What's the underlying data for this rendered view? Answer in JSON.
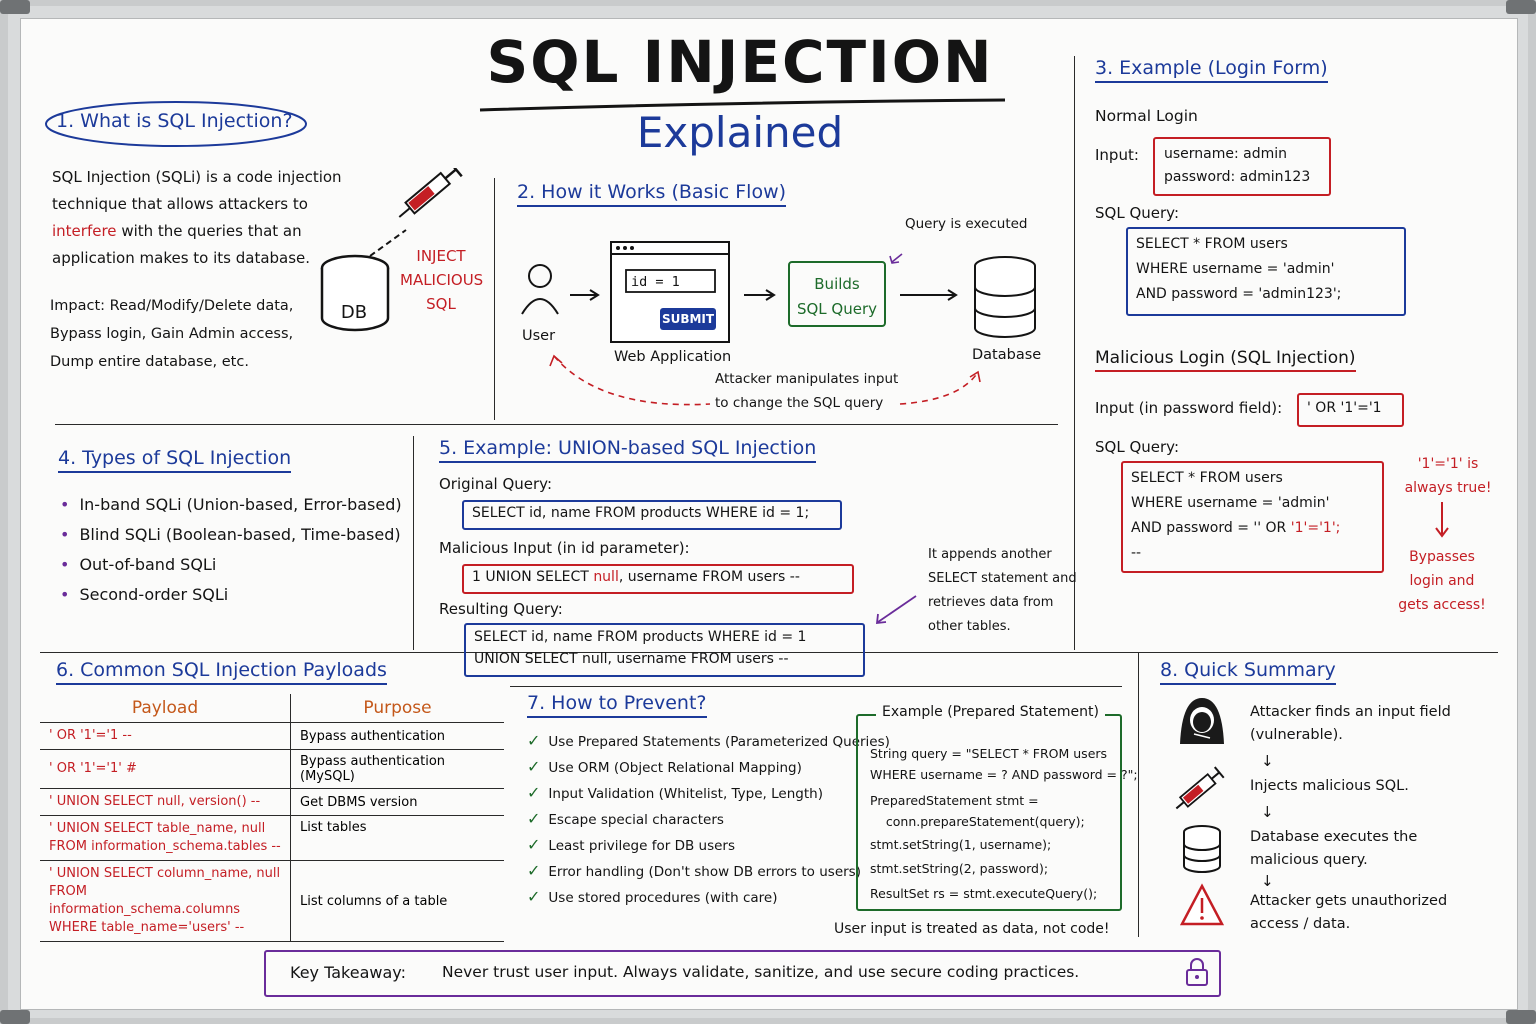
{
  "title": "SQL INJECTION",
  "subtitle": "Explained",
  "s1": {
    "heading": "1. What is SQL Injection?",
    "body": [
      "SQL Injection (SQLi) is a code injection",
      "technique that allows attackers to",
      "interfere",
      "with the queries that an",
      "application makes to its database."
    ],
    "impact": [
      "Impact: Read/Modify/Delete data,",
      "Bypass login, Gain Admin access,",
      "Dump entire database, etc."
    ],
    "db_label": "DB",
    "inject_label": [
      "INJECT",
      "MALICIOUS",
      "SQL"
    ],
    "icons": [
      "syringe-icon",
      "database-icon"
    ]
  },
  "s2": {
    "heading": "2. How it Works (Basic Flow)",
    "user": "User",
    "field": "id = 1",
    "submit": "SUBMIT",
    "webapp": "Web Application",
    "builds": [
      "Builds",
      "SQL Query"
    ],
    "executed": "Query is executed",
    "database": "Database",
    "attacker": [
      "Attacker manipulates input",
      "to change the SQL query"
    ]
  },
  "s3": {
    "heading": "3. Example (Login Form)",
    "normal": "Normal Login",
    "input_label": "Input:",
    "input_vals": [
      "username:  admin",
      "password:  admin123"
    ],
    "query_label": "SQL Query:",
    "query": [
      "SELECT  *  FROM  users",
      "WHERE  username  =  'admin'",
      "AND  password  =  'admin123';"
    ],
    "malicious": "Malicious Login (SQL Injection)",
    "mal_input_label": "Input (in password field):",
    "mal_input": "' OR '1'='1",
    "mal_query_label": "SQL Query:",
    "mal_query": [
      "SELECT  *  FROM  users",
      "WHERE  username  =  'admin'",
      "AND  password  =  ''  OR",
      "'1'='1';",
      "--"
    ],
    "note1": [
      "'1'='1'  is",
      "always true!"
    ],
    "note2": [
      "Bypasses",
      "login  and",
      "gets access!"
    ]
  },
  "s4": {
    "heading": "4. Types of SQL Injection",
    "items": [
      "In-band SQLi (Union-based, Error-based)",
      "Blind SQLi (Boolean-based, Time-based)",
      "Out-of-band SQLi",
      "Second-order SQLi"
    ]
  },
  "s5": {
    "heading": "5. Example: UNION-based SQL Injection",
    "orig_label": "Original Query:",
    "orig": "SELECT id, name FROM products WHERE id = 1;",
    "mal_label": "Malicious Input (in id parameter):",
    "mal_a": "1 UNION SELECT ",
    "mal_b": "null",
    "mal_c": ", username FROM users --",
    "res_label": "Resulting Query:",
    "res": [
      "SELECT id, name FROM products WHERE id = 1",
      "UNION SELECT null, username FROM users --"
    ],
    "note": [
      "It appends another",
      "SELECT statement and",
      "retrieves data from",
      "other tables."
    ]
  },
  "s6": {
    "heading": "6. Common SQL Injection Payloads",
    "cols": [
      "Payload",
      "Purpose"
    ],
    "rows": [
      {
        "payload": "'  OR  '1'='1  --",
        "purpose": "Bypass authentication"
      },
      {
        "payload": "'  OR  '1'='1'  #",
        "purpose": "Bypass authentication (MySQL)"
      },
      {
        "payload": "' UNION SELECT null, version() --",
        "purpose": "Get DBMS version"
      },
      {
        "payload": "' UNION SELECT table_name, null\nFROM information_schema.tables --",
        "purpose": "List tables"
      },
      {
        "payload": "' UNION SELECT column_name, null\nFROM information_schema.columns\nWHERE table_name='users' --",
        "purpose": "List columns of a table"
      }
    ]
  },
  "s7": {
    "heading": "7. How to Prevent?",
    "items": [
      "Use Prepared Statements (Parameterized Queries)",
      "Use ORM (Object Relational Mapping)",
      "Input Validation (Whitelist, Type, Length)",
      "Escape special characters",
      "Least privilege for DB users",
      "Error handling (Don't show DB errors to users)",
      "Use stored procedures (with care)"
    ],
    "example_title": "Example (Prepared Statement)",
    "code": [
      "String query = \"SELECT * FROM users",
      "WHERE username = ? AND password = ?\";",
      "PreparedStatement stmt =",
      "    conn.prepareStatement(query);",
      "stmt.setString(1, username);",
      "stmt.setString(2, password);",
      "ResultSet rs = stmt.executeQuery();"
    ],
    "note": "User input is treated as data, not code!"
  },
  "s8": {
    "heading": "8. Quick Summary",
    "steps": [
      [
        "Attacker finds an input field",
        "(vulnerable)."
      ],
      [
        "Injects malicious SQL."
      ],
      [
        "Database executes the",
        "malicious query."
      ],
      [
        "Attacker gets unauthorized",
        "access / data."
      ]
    ],
    "icons": [
      "hacker-icon",
      "syringe-icon",
      "database-icon",
      "warning-icon"
    ]
  },
  "takeaway": {
    "label": "Key Takeaway:",
    "text": "Never trust user input. Always validate, sanitize, and use secure coding practices.",
    "icon": "lock-icon"
  },
  "colors": {
    "blue": "#1c3a9a",
    "red": "#c41e24",
    "green": "#1d6b2a",
    "purple": "#6a2c9a",
    "orange": "#c4581a"
  }
}
